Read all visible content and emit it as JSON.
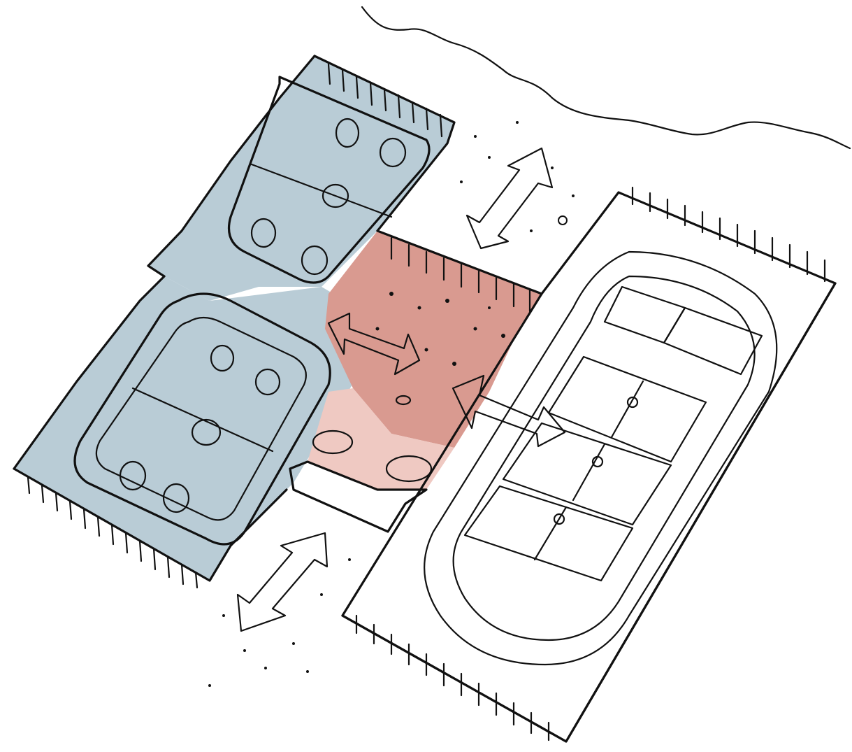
{
  "diagram": {
    "kind": "hand-drawn axonometric site sketch",
    "colors": {
      "blue_deck": "#b9ccd6",
      "ice_rink": "#c8cbe6",
      "running_track_band": "#8e8ea6",
      "plaza_red": "#d99a90",
      "plaza_pink": "#efc9c2",
      "orange_bench": "#e8b070",
      "stadium_ground": "#d8dcd8",
      "track_green": "#c9dcc4",
      "field_green": "#6e8e6c",
      "court_gray": "#8e9a90",
      "arrow_red": "#c27c70",
      "arrow_orange": "#e8b070"
    },
    "elements": [
      "upper-ice-rink",
      "lower-ice-rink",
      "central-plaza",
      "sports-stadium",
      "access-arrows",
      "terrain-contour"
    ]
  }
}
